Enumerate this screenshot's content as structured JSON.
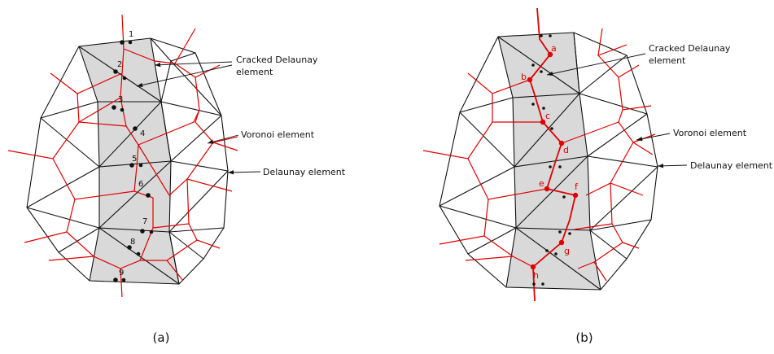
{
  "panel_a": {
    "caption": "(a)",
    "labels": {
      "cracked": [
        "Cracked Delaunay",
        "element"
      ],
      "voronoi": "Voronoi element",
      "delaunay": "Delaunay element"
    },
    "point_numbers": [
      "1",
      "2",
      "3",
      "4",
      "5",
      "6",
      "7",
      "8",
      "9"
    ]
  },
  "panel_b": {
    "caption": "(b)",
    "labels": {
      "cracked": [
        "Cracked Delaunay",
        "element"
      ],
      "voronoi": "Voronoi element",
      "delaunay": "Delaunay element"
    },
    "node_letters": [
      "a",
      "b",
      "c",
      "d",
      "e",
      "f",
      "g",
      "h"
    ]
  },
  "colors": {
    "crack": "#e00000",
    "delaunay": "#111111",
    "band": "#d9d9d9"
  }
}
